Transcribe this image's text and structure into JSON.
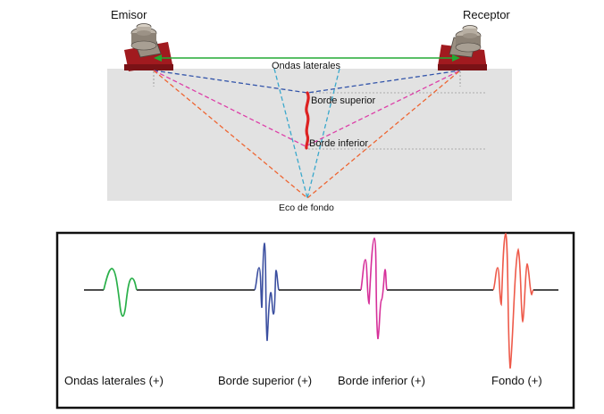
{
  "top_diagram": {
    "emitter_label": "Emisor",
    "receiver_label": "Receptor",
    "lateral_wave_label": "Ondas laterales",
    "top_edge_label": "Borde superior",
    "bottom_edge_label": "Borde inferior",
    "backwall_label": "Eco de fondo",
    "colors": {
      "lateral_direct": "#22aa33",
      "lateral_dashed": "#3aa8cc",
      "top_edge_path": "#3355aa",
      "bottom_edge_path": "#dd3fa8",
      "backwall_path": "#ee6633",
      "defect": "#dd2222",
      "specimen": "#e2e2e2"
    }
  },
  "signal_panel": {
    "signals": [
      {
        "label": "Ondas laterales (+)",
        "color": "#2ab04a"
      },
      {
        "label": "Borde superior (+)",
        "color": "#3b4fa0"
      },
      {
        "label": "Borde inferior (+)",
        "color": "#d6309a"
      },
      {
        "label": "Fondo (+)",
        "color": "#ee5a4a"
      }
    ]
  }
}
